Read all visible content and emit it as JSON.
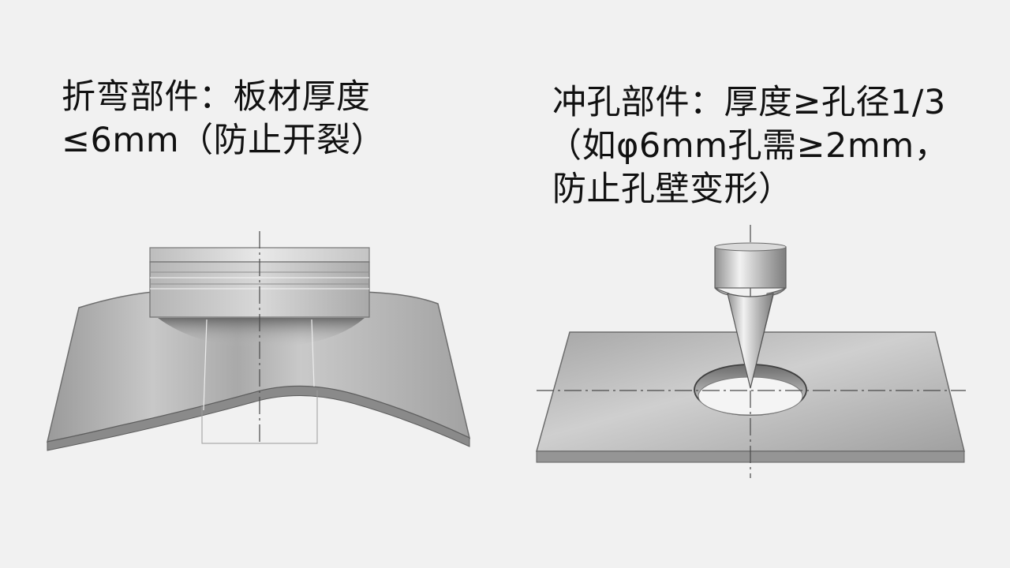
{
  "left_panel": {
    "caption_lines": [
      "折弯部件：板材厚度",
      "≤6mm（防止开裂）"
    ]
  },
  "right_panel": {
    "caption_lines": [
      "冲孔部件：厚度≥孔径1/3",
      "（如φ6mm孔需≥2mm，",
      "防止孔壁变形）"
    ]
  },
  "colors": {
    "background": "#f1f1f1",
    "metal_light": "#d4d4d4",
    "metal_dark": "#8a8a8a",
    "text": "#111111"
  }
}
